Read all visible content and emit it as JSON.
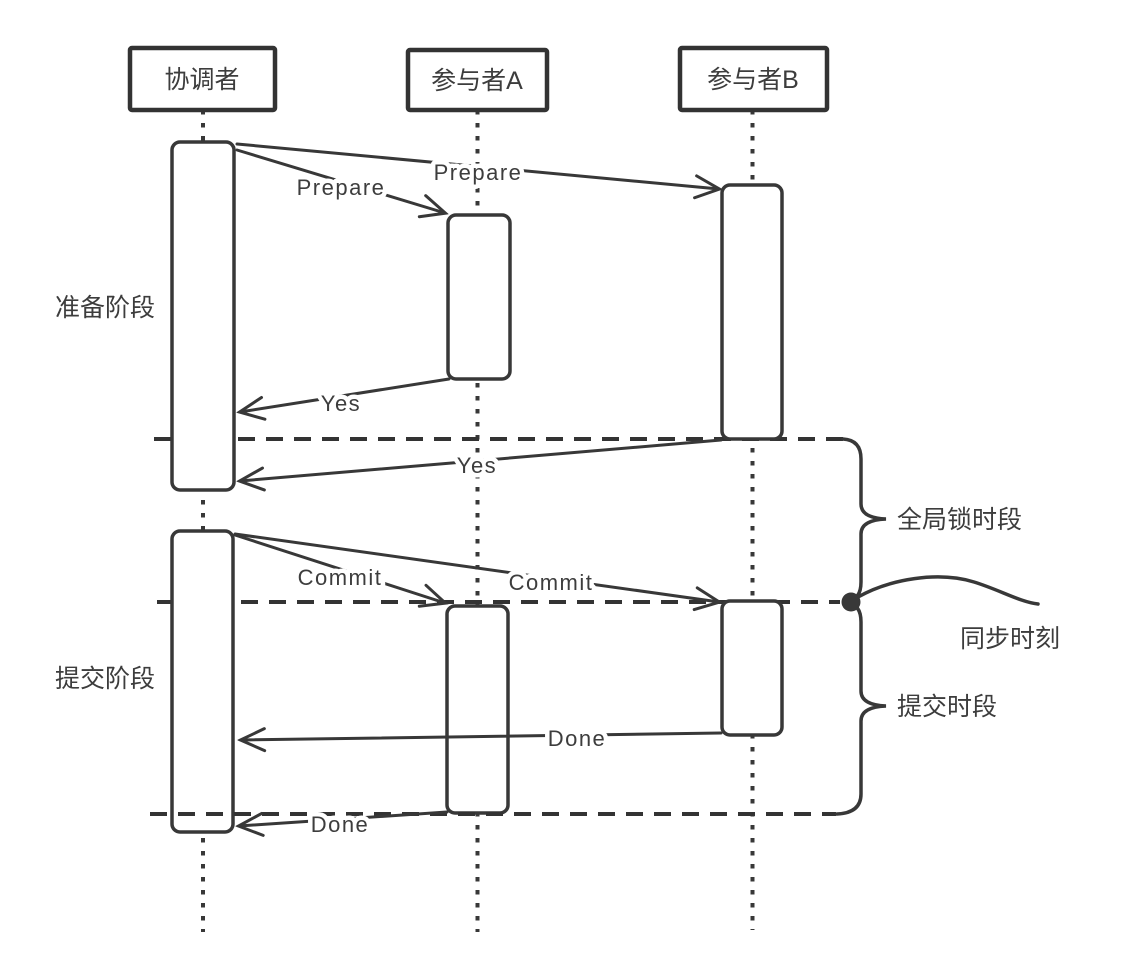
{
  "diagram": {
    "type": "sequence-diagram",
    "actors": [
      {
        "id": "coordinator",
        "label": "协调者"
      },
      {
        "id": "participant-a",
        "label": "参与者A"
      },
      {
        "id": "participant-b",
        "label": "参与者B"
      }
    ],
    "phase_labels": [
      {
        "label": "准备阶段"
      },
      {
        "label": "提交阶段"
      }
    ],
    "messages": [
      {
        "label": "Prepare",
        "from": "协调者",
        "to": "参与者B"
      },
      {
        "label": "Prepare",
        "from": "协调者",
        "to": "参与者A"
      },
      {
        "label": "Yes",
        "from": "参与者A",
        "to": "协调者"
      },
      {
        "label": "Yes",
        "from": "参与者B",
        "to": "协调者"
      },
      {
        "label": "Commit",
        "from": "协调者",
        "to": "参与者A"
      },
      {
        "label": "Commit",
        "from": "协调者",
        "to": "参与者B"
      },
      {
        "label": "Done",
        "from": "参与者B",
        "to": "协调者"
      },
      {
        "label": "Done",
        "from": "参与者A",
        "to": "协调者"
      }
    ],
    "annotations": [
      {
        "label": "全局锁时段"
      },
      {
        "label": "同步时刻"
      },
      {
        "label": "提交时段"
      }
    ],
    "colors": {
      "stroke": "#383838",
      "text": "#3d3d3d",
      "background": "#ffffff"
    }
  }
}
